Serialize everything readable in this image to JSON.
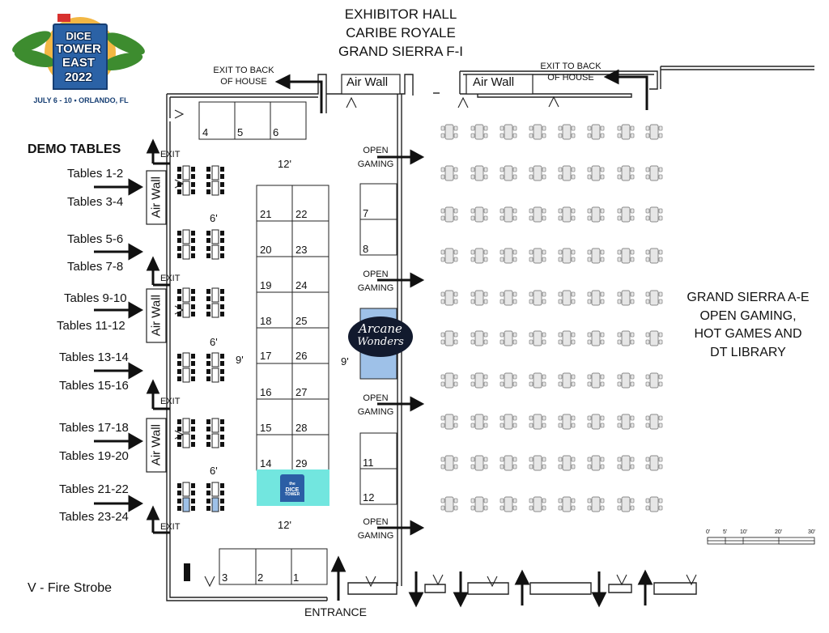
{
  "logo": {
    "line1": "DICE",
    "line2": "TOWER",
    "line3": "EAST",
    "line4": "2022",
    "dates": "JULY 6 - 10 • ORLANDO, FL",
    "icon": "dice-tower-east-logo"
  },
  "header": {
    "line1": "EXHIBITOR HALL",
    "line2": "CARIBE ROYALE",
    "line3": "GRAND SIERRA F-I"
  },
  "exits_back": {
    "left": "EXIT TO BACK\nOF HOUSE",
    "left_line1": "EXIT TO BACK",
    "left_line2": "OF HOUSE",
    "right_line1": "EXIT TO BACK",
    "right_line2": "OF HOUSE"
  },
  "air_wall": "Air Wall",
  "demo": {
    "title": "DEMO TABLES",
    "tables": [
      "Tables 1-2",
      "Tables 3-4",
      "Tables 5-6",
      "Tables 7-8",
      "Tables 9-10",
      "Tables 11-12",
      "Tables 13-14",
      "Tables 15-16",
      "Tables 17-18",
      "Tables 19-20",
      "Tables 21-22",
      "Tables 23-24"
    ]
  },
  "exit_label": "EXIT",
  "dimensions": {
    "top_aisle": "12'",
    "bottom_aisle": "12'",
    "side_aisle": "9'",
    "right_aisle": "9'",
    "demo_gap": "6'"
  },
  "booths": {
    "top": [
      "4",
      "5",
      "6"
    ],
    "center_left": [
      "21",
      "20",
      "19",
      "18",
      "17",
      "16",
      "15",
      "14"
    ],
    "center_right": [
      "22",
      "23",
      "24",
      "25",
      "26",
      "27",
      "28",
      "29"
    ],
    "right_upper": [
      "7",
      "8"
    ],
    "right_lower": [
      "11",
      "12"
    ],
    "bottom": [
      "3",
      "2",
      "1"
    ]
  },
  "sponsors": {
    "arcane_line1": "Arcane",
    "arcane_line2": "Wonders",
    "dice_tower_line1": "the",
    "dice_tower_line2": "DICE",
    "dice_tower_line3": "TOWER"
  },
  "open_gaming": {
    "line1": "OPEN",
    "line2": "GAMING"
  },
  "grand_sierra": {
    "line1": "GRAND SIERRA A-E",
    "line2": "OPEN GAMING,",
    "line3": "HOT GAMES AND",
    "line4": "DT LIBRARY"
  },
  "scale": [
    "0'",
    "5'",
    "10'",
    "20'",
    "30'"
  ],
  "legend": {
    "fire_strobe": "V - Fire Strobe"
  },
  "entrance": "ENTRANCE",
  "colors": {
    "wall": "#222222",
    "booth_highlight_blue": "#9ec1e8",
    "dice_tower_booth": "#72e6df",
    "gaming_table": "#e6e6e6",
    "logo_blue": "#2b62a6",
    "logo_sun": "#f2b744"
  }
}
